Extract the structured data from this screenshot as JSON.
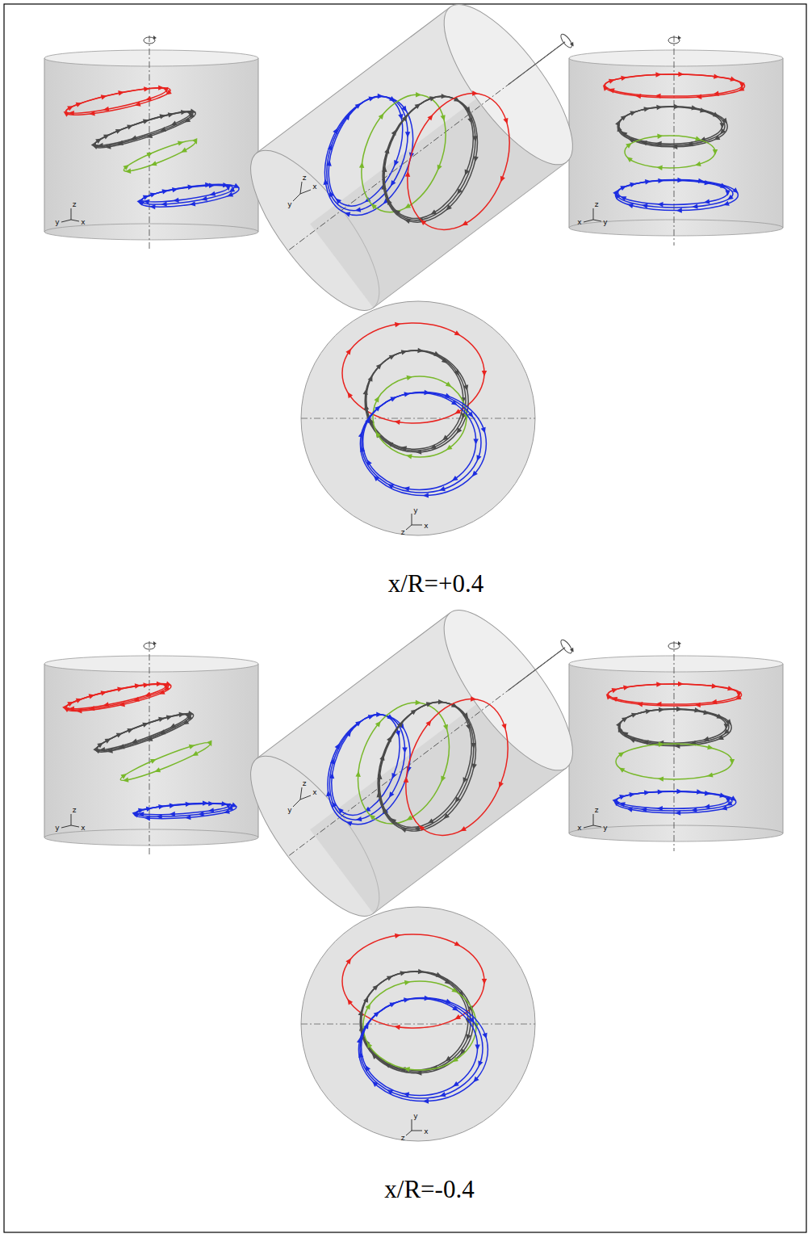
{
  "diagram": {
    "labels": [
      "z",
      "y",
      "x",
      "z",
      "y",
      "x",
      "z",
      "x",
      "y",
      "y",
      "z",
      "x",
      "x/R=+0.4",
      "z",
      "y",
      "x",
      "z",
      "y",
      "x",
      "z",
      "x",
      "y",
      "y",
      "z",
      "x",
      "x/R=-0.4"
    ]
  }
}
